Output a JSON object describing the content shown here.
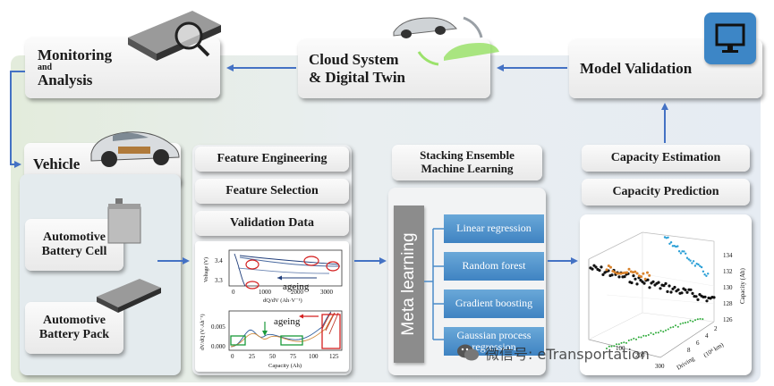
{
  "boxes": {
    "monitoring_line1": "Monitoring",
    "monitoring_line2": "and",
    "monitoring_line3": "Analysis",
    "cloud_line1": "Cloud System",
    "cloud_line2": "& Digital Twin",
    "model_validation": "Model Validation",
    "vehicle": "Vehicle",
    "battery_cell_line1": "Automotive",
    "battery_cell_line2": "Battery Cell",
    "battery_pack_line1": "Automotive",
    "battery_pack_line2": "Battery Pack",
    "feature_engineering": "Feature Engineering",
    "feature_selection": "Feature Selection",
    "validation_data": "Validation Data",
    "stacking_line1": "Stacking Ensemble",
    "stacking_line2": "Machine Learning",
    "capacity_estimation": "Capacity Estimation",
    "capacity_prediction": "Capacity Prediction"
  },
  "meta_learning": {
    "label": "Meta learning",
    "items": [
      "Linear regression",
      "Random forest",
      "Gradient boosting",
      "Gaussian process regression"
    ]
  },
  "ica_plot": {
    "top_ylabel": "Voltage (V)",
    "top_yticks": [
      "3.4",
      "3.3"
    ],
    "top_xticks": [
      "0",
      "1000",
      "2000",
      "3000"
    ],
    "top_xlabel": "dQ/dV (Ah·V⁻¹)",
    "top_annotation": "ageing",
    "bottom_ylabel": "dV/dQ (V·Ah⁻¹)",
    "bottom_yticks": [
      "0.005",
      "0.000"
    ],
    "bottom_xticks": [
      "0",
      "25",
      "50",
      "75",
      "100",
      "125"
    ],
    "bottom_xlabel": "Capacity (Ah)",
    "bottom_annotation": "ageing"
  },
  "plot3d": {
    "zlabel": "Capacity (Ah)",
    "zticks": [
      "134",
      "132",
      "130",
      "128",
      "126"
    ],
    "xticks": [
      "100",
      "200",
      "300"
    ],
    "xlabel": "Driving",
    "ylabel": "(10⁴ km)",
    "yticks": [
      "2",
      "4",
      "6",
      "8"
    ]
  },
  "watermark": "微信号: eTransportation",
  "colors": {
    "arrow": "#4472c4",
    "ml_box": "#4a8bc9",
    "meta_bar": "#8c8c8c"
  }
}
